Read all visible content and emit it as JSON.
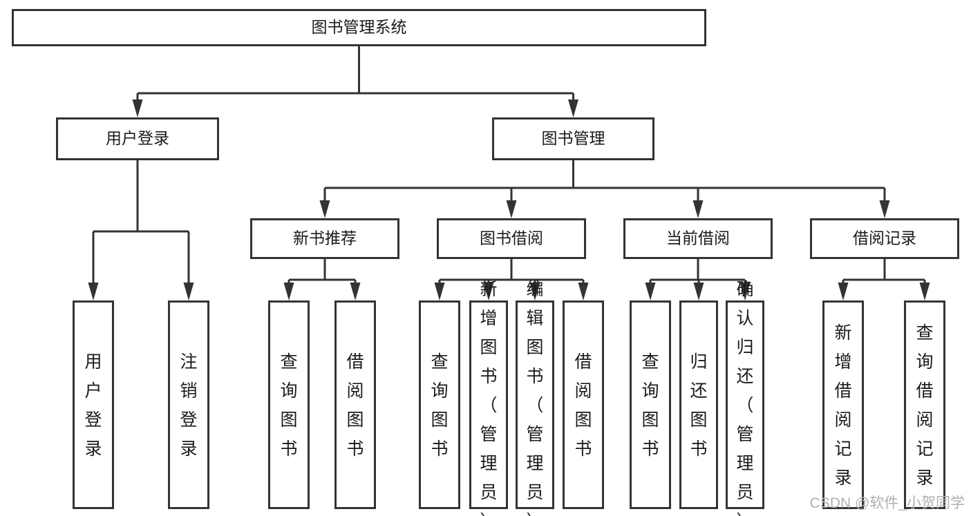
{
  "diagram": {
    "type": "tree",
    "title": "图书管理系统",
    "orientation": "top-down",
    "colors": {
      "background": "#ffffff",
      "box_fill": "#ffffff",
      "box_stroke": "#333333",
      "text": "#1a1a1a",
      "watermark": "#b0b0b0"
    },
    "nodes": {
      "root": {
        "label": "图书管理系统",
        "level": 1,
        "text_orientation": "horizontal"
      },
      "n_user_login": {
        "label": "用户登录",
        "level": 2,
        "text_orientation": "horizontal"
      },
      "n_book_manage": {
        "label": "图书管理",
        "level": 2,
        "text_orientation": "horizontal"
      },
      "n_new_book_rec": {
        "label": "新书推荐",
        "level": 3,
        "text_orientation": "horizontal"
      },
      "n_book_borrow": {
        "label": "图书借阅",
        "level": 3,
        "text_orientation": "horizontal"
      },
      "n_current_borrow": {
        "label": "当前借阅",
        "level": 3,
        "text_orientation": "horizontal"
      },
      "n_borrow_record": {
        "label": "借阅记录",
        "level": 3,
        "text_orientation": "horizontal"
      },
      "l_user_login": {
        "label": "用户登录",
        "level": 4,
        "text_orientation": "vertical"
      },
      "l_logout": {
        "label": "注销登录",
        "level": 4,
        "text_orientation": "vertical"
      },
      "l_query_book_1": {
        "label": "查询图书",
        "level": 4,
        "text_orientation": "vertical"
      },
      "l_borrow_book_1": {
        "label": "借阅图书",
        "level": 4,
        "text_orientation": "vertical"
      },
      "l_query_book_2": {
        "label": "查询图书",
        "level": 4,
        "text_orientation": "vertical"
      },
      "l_add_book": {
        "label": "新增图书（管理员）",
        "level": 4,
        "text_orientation": "vertical"
      },
      "l_edit_book": {
        "label": "编辑图书（管理员）",
        "level": 4,
        "text_orientation": "vertical"
      },
      "l_borrow_book_2": {
        "label": "借阅图书",
        "level": 4,
        "text_orientation": "vertical"
      },
      "l_query_book_3": {
        "label": "查询图书",
        "level": 4,
        "text_orientation": "vertical"
      },
      "l_return_book": {
        "label": "归还图书",
        "level": 4,
        "text_orientation": "vertical"
      },
      "l_confirm_return": {
        "label": "确认归还（管理员）",
        "level": 4,
        "text_orientation": "vertical"
      },
      "l_add_record": {
        "label": "新增借阅记录",
        "level": 4,
        "text_orientation": "vertical"
      },
      "l_query_record": {
        "label": "查询借阅记录",
        "level": 4,
        "text_orientation": "vertical"
      }
    },
    "edges": [
      {
        "from": "root",
        "to": "n_user_login"
      },
      {
        "from": "root",
        "to": "n_book_manage"
      },
      {
        "from": "n_user_login",
        "to": "l_user_login"
      },
      {
        "from": "n_user_login",
        "to": "l_logout"
      },
      {
        "from": "n_book_manage",
        "to": "n_new_book_rec"
      },
      {
        "from": "n_book_manage",
        "to": "n_book_borrow"
      },
      {
        "from": "n_book_manage",
        "to": "n_current_borrow"
      },
      {
        "from": "n_book_manage",
        "to": "n_borrow_record"
      },
      {
        "from": "n_new_book_rec",
        "to": "l_query_book_1"
      },
      {
        "from": "n_new_book_rec",
        "to": "l_borrow_book_1"
      },
      {
        "from": "n_book_borrow",
        "to": "l_query_book_2"
      },
      {
        "from": "n_book_borrow",
        "to": "l_add_book"
      },
      {
        "from": "n_book_borrow",
        "to": "l_edit_book"
      },
      {
        "from": "n_book_borrow",
        "to": "l_borrow_book_2"
      },
      {
        "from": "n_current_borrow",
        "to": "l_query_book_3"
      },
      {
        "from": "n_current_borrow",
        "to": "l_return_book"
      },
      {
        "from": "n_current_borrow",
        "to": "l_confirm_return"
      },
      {
        "from": "n_borrow_record",
        "to": "l_add_record"
      },
      {
        "from": "n_borrow_record",
        "to": "l_query_record"
      }
    ]
  },
  "watermark": {
    "text": "CSDN @软件_小贺同学"
  }
}
